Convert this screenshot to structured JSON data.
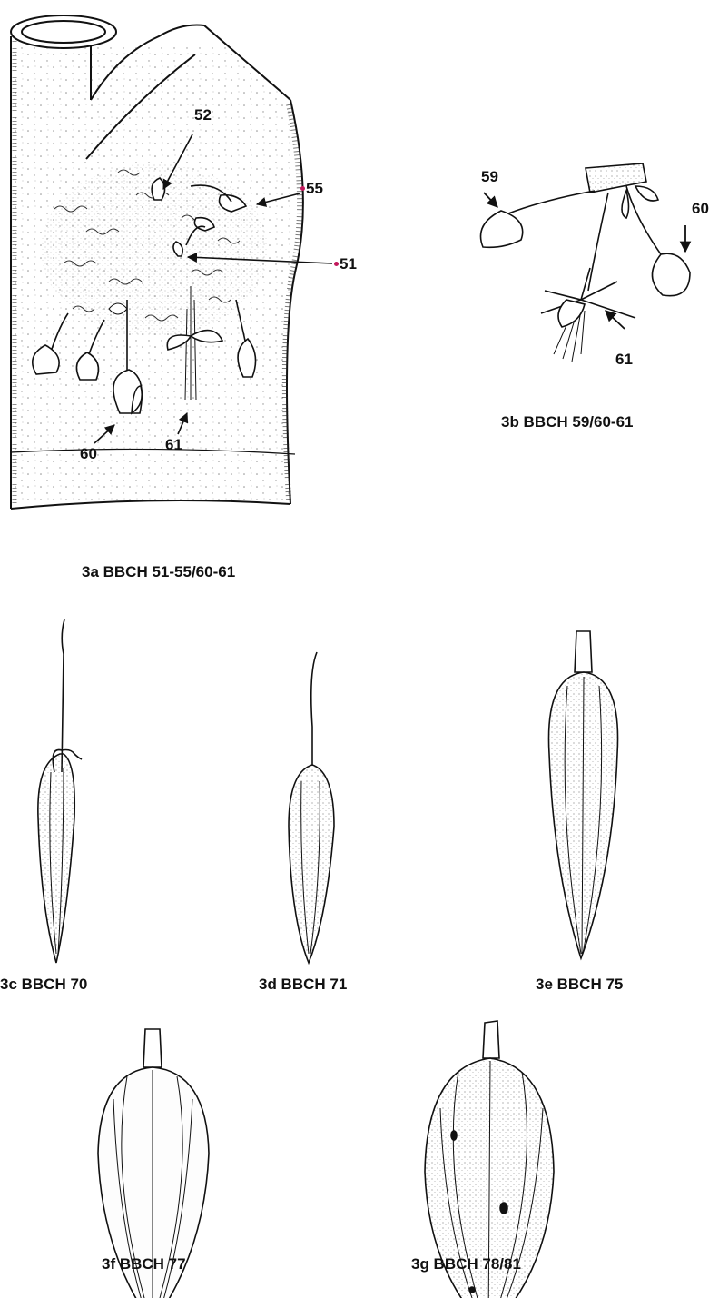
{
  "colors": {
    "ink": "#111111",
    "marker": "#c2185b"
  },
  "figures": {
    "a": {
      "caption": "3a BBCH 51-55/60-61",
      "labels": {
        "l52": "52",
        "l55": "55",
        "l51": "51",
        "l60": "60",
        "l61": "61"
      }
    },
    "b": {
      "caption": "3b BBCH 59/60-61",
      "labels": {
        "l59": "59",
        "l60": "60",
        "l61": "61"
      }
    },
    "c": {
      "caption": "3c BBCH 70"
    },
    "d": {
      "caption": "3d BBCH 71"
    },
    "e": {
      "caption": "3e BBCH 75"
    },
    "f": {
      "caption": "3f BBCH 77"
    },
    "g": {
      "caption": "3g BBCH 78/81"
    }
  }
}
